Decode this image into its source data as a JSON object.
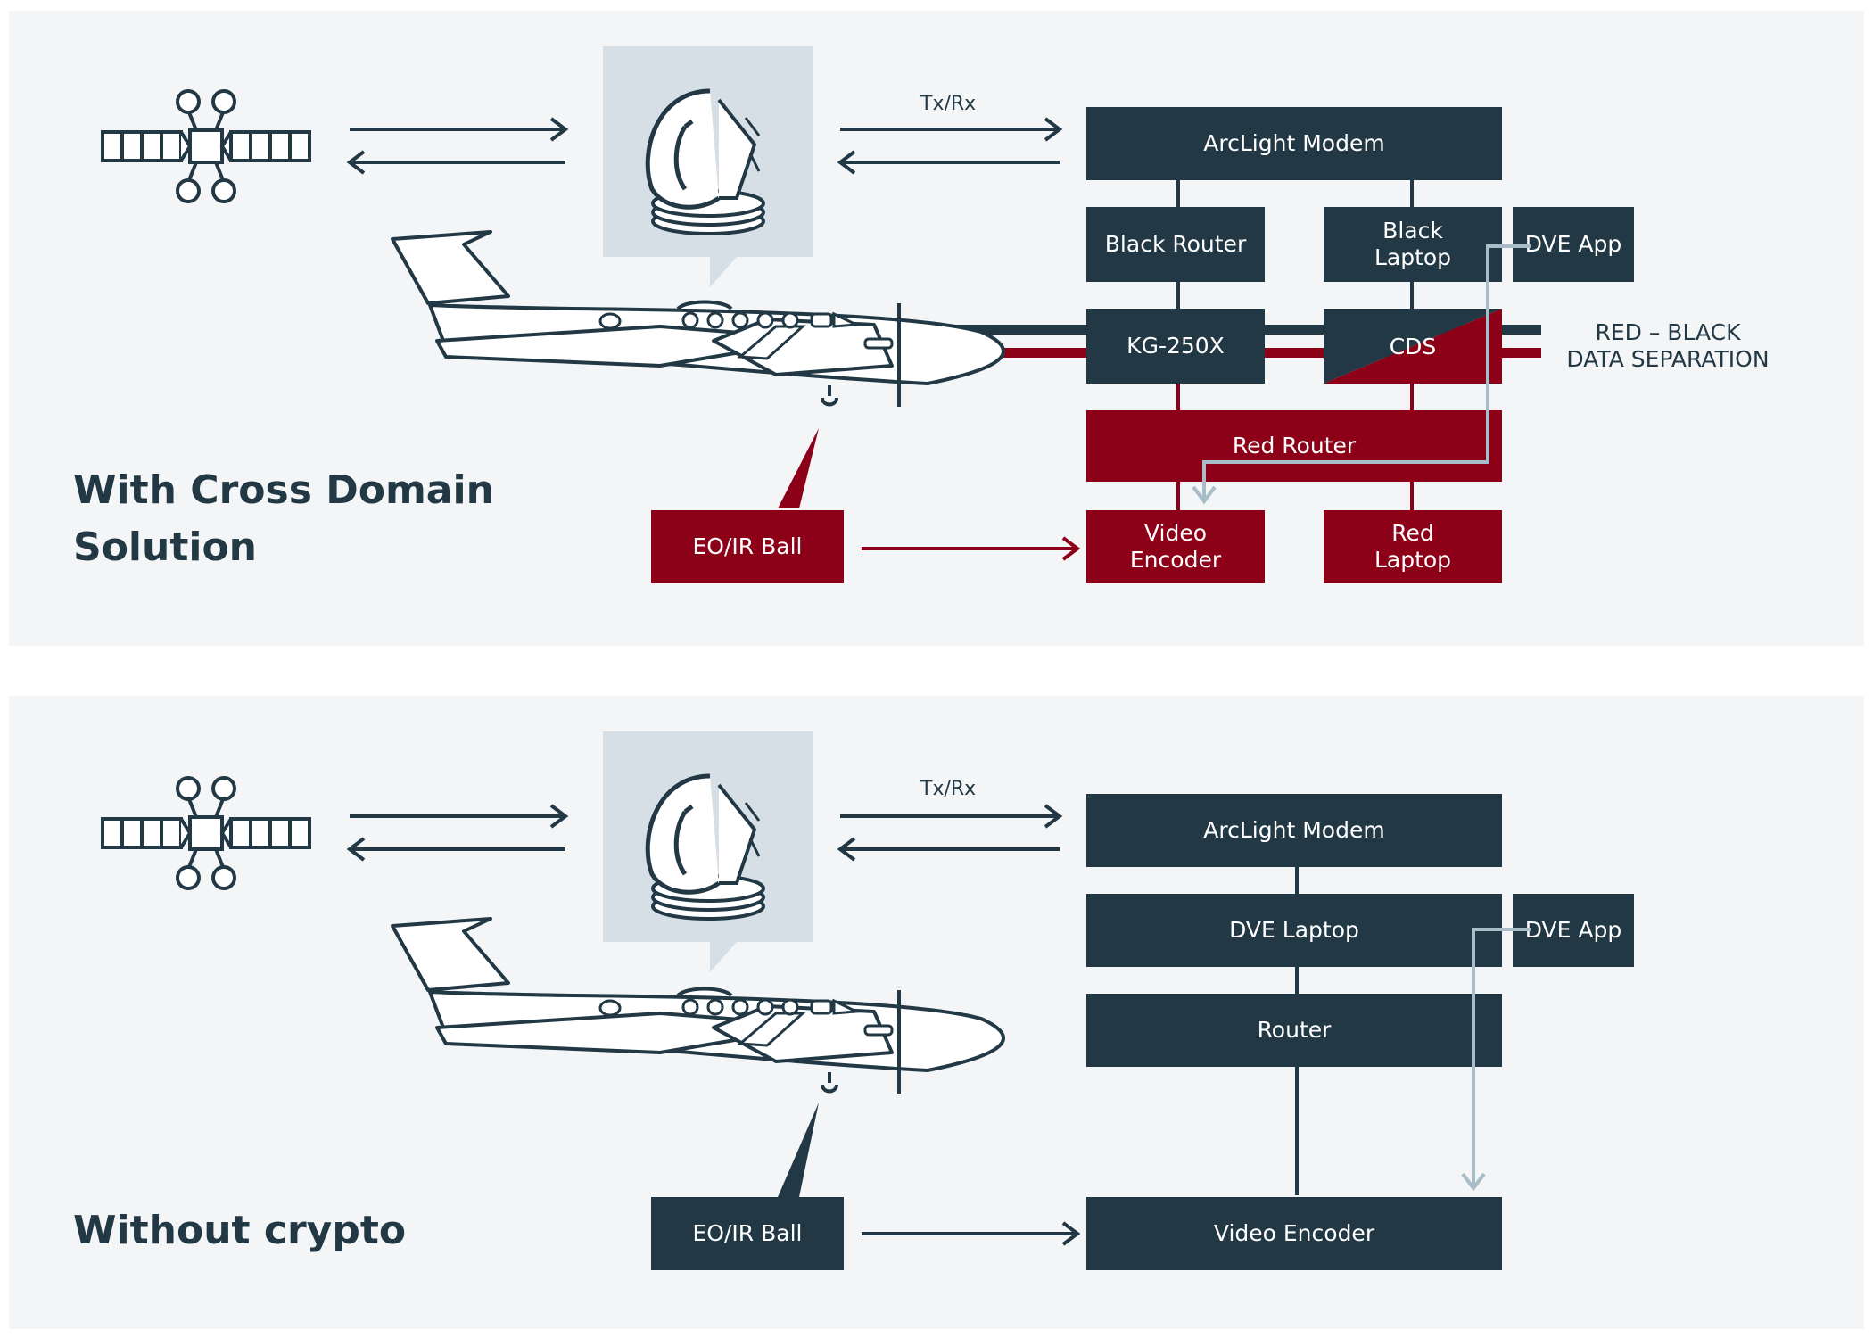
{
  "colors": {
    "dark": "#223845",
    "red": "#8c0018",
    "panel": "#f3f5f7",
    "dome": "#d6dfe6",
    "arrow_light": "#a9bdc8"
  },
  "top": {
    "title": "With Cross Domain\nSolution",
    "link_label": "Tx/Rx",
    "separation_label": "RED – BLACK\nDATA SEPARATION",
    "boxes": {
      "modem": "ArcLight Modem",
      "black_router": "Black Router",
      "black_laptop": "Black\nLaptop",
      "dve_app": "DVE App",
      "kg": "KG-250X",
      "cds": "CDS",
      "red_router": "Red Router",
      "eoir": "EO/IR Ball",
      "video_encoder": "Video\nEncoder",
      "red_laptop": "Red\nLaptop"
    }
  },
  "bottom": {
    "title": "Without crypto",
    "link_label": "Tx/Rx",
    "boxes": {
      "modem": "ArcLight Modem",
      "dve_laptop": "DVE Laptop",
      "dve_app": "DVE App",
      "router": "Router",
      "eoir": "EO/IR Ball",
      "video_encoder": "Video Encoder"
    }
  }
}
